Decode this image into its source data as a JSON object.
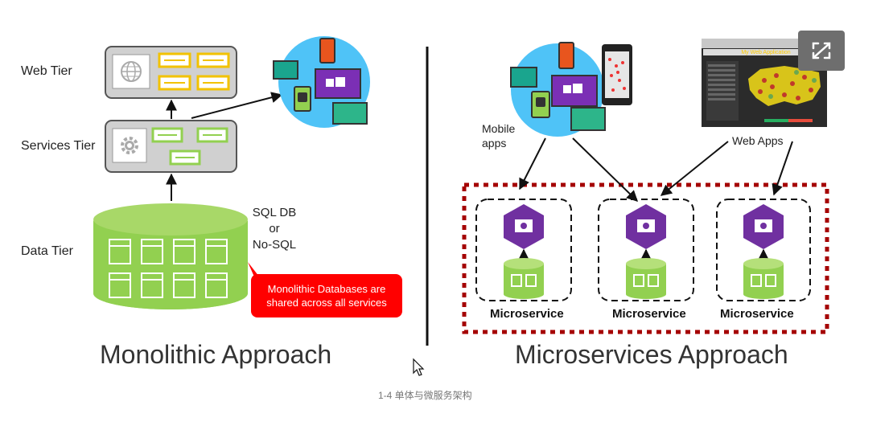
{
  "left": {
    "tiers": {
      "web": "Web Tier",
      "services": "Services Tier",
      "data": "Data Tier"
    },
    "db_label": [
      "SQL DB",
      "or",
      "No-SQL"
    ],
    "callout": [
      "Monolithic Databases are",
      "shared across all services"
    ],
    "title": "Monolithic Approach"
  },
  "right": {
    "mobile_label": [
      "Mobile",
      "apps"
    ],
    "web_apps_label": "Web Apps",
    "web_app_screen_title": "My Web Application",
    "microservice_labels": [
      "Microservice",
      "Microservice",
      "Microservice"
    ],
    "title": "Microservices Approach"
  },
  "caption": "1-4 单体与微服务架构",
  "colors": {
    "yellow": "#f2c200",
    "green": "#92d050",
    "purple": "#7030a0",
    "red": "#ff0000",
    "dotted_border": "#a50000",
    "device_circle": "#4fc3f7",
    "tier_box": "#d9d9d9"
  },
  "icons": [
    "globe-icon",
    "gear-icon",
    "expand-icon",
    "cursor-icon"
  ]
}
